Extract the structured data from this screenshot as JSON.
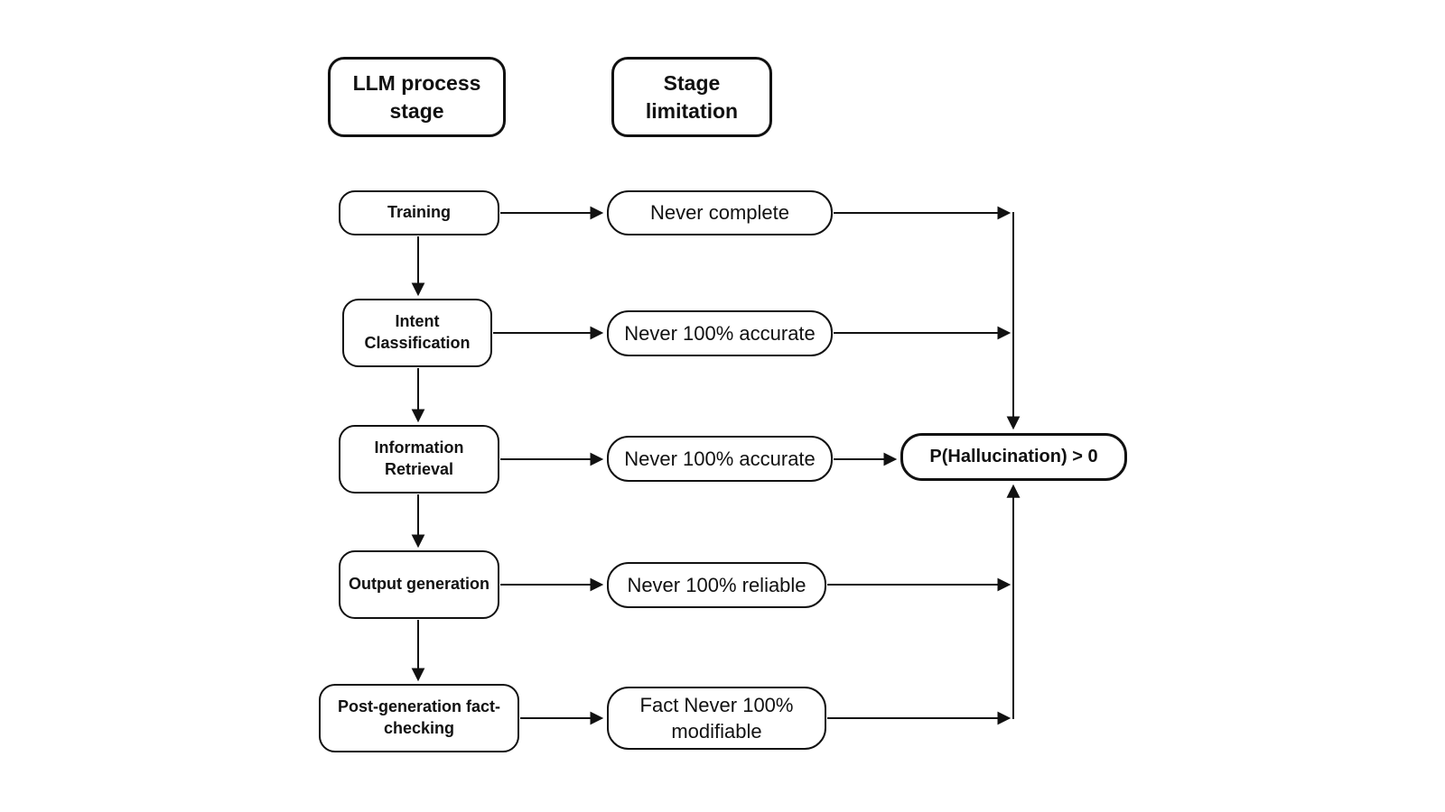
{
  "columns": {
    "stage_header": "LLM process stage",
    "limitation_header": "Stage limitation"
  },
  "rows": [
    {
      "stage": "Training",
      "limitation": "Never complete"
    },
    {
      "stage": "Intent Classification",
      "limitation": "Never 100% accurate"
    },
    {
      "stage": "Information Retrieval",
      "limitation": "Never 100% accurate"
    },
    {
      "stage": "Output generation",
      "limitation": "Never 100% reliable"
    },
    {
      "stage": "Post-generation fact-checking",
      "limitation": "Fact Never 100% modifiable"
    }
  ],
  "result": {
    "label": "P(Hallucination) > 0"
  },
  "colors": {
    "ink": "#111111",
    "background": "#ffffff"
  }
}
